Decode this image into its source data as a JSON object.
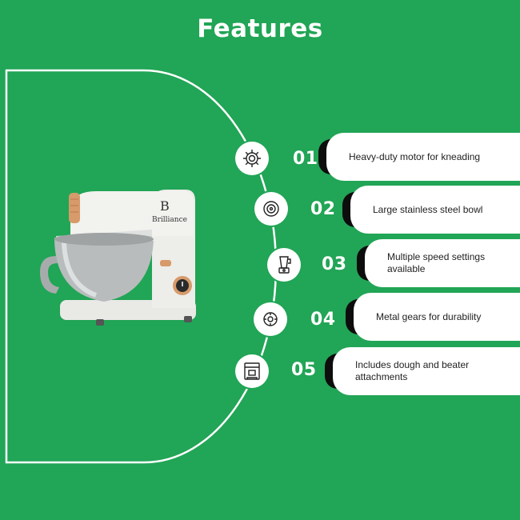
{
  "title": "Features",
  "brand": "Brilliance",
  "brand_monogram": "B",
  "colors": {
    "background": "#21a556",
    "pill": "#ffffff",
    "tab": "#0d0d0d",
    "accent_copper": "#d79a6a"
  },
  "features": [
    {
      "number": "01",
      "text": "Heavy-duty motor for kneading",
      "icon": "gear-icon"
    },
    {
      "number": "02",
      "text": "Large stainless steel bowl",
      "icon": "bowl-icon"
    },
    {
      "number": "03",
      "text": "Multiple speed settings available",
      "icon": "blender-icon"
    },
    {
      "number": "04",
      "text": "Metal gears for durability",
      "icon": "cog-icon"
    },
    {
      "number": "05",
      "text": "Includes dough and beater attachments",
      "icon": "coffee-machine-icon"
    }
  ]
}
